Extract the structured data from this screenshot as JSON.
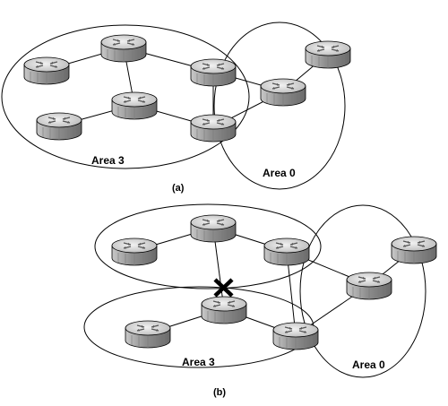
{
  "figure_a": {
    "caption": "(a)",
    "area_labels": [
      "Area 3",
      "Area 0"
    ]
  },
  "figure_b": {
    "caption": "(b)",
    "area_labels": [
      "Area 3",
      "Area 0"
    ],
    "broken_link_marker": "x-mark-icon"
  },
  "icons": {
    "router": "router-icon"
  },
  "colors": {
    "line": "#000000",
    "router_top": "#dcdcdc",
    "router_side": "#9a9a9a"
  }
}
